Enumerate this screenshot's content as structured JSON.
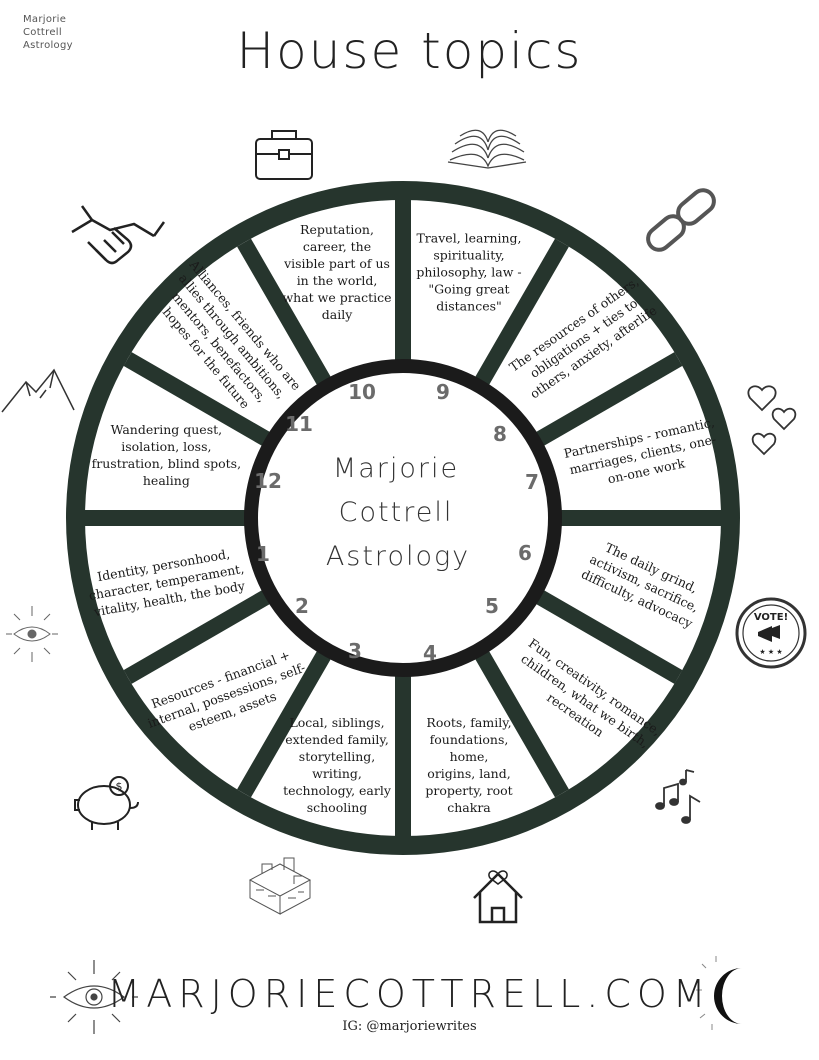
{
  "brand": {
    "corner_lines": [
      "Marjorie",
      "Cottrell",
      "Astrology"
    ],
    "center_lines": [
      "Marjorie",
      "Cottrell",
      "Astrology"
    ],
    "footer_url": "MARJORIECOTTRELL.COM",
    "instagram": "IG: @marjoriewrites"
  },
  "title": "House topics",
  "colors": {
    "ring": "#26352d",
    "inner_ring": "#1b1b1b",
    "number": "#6b6b6b"
  },
  "houses": [
    {
      "number": "1",
      "text": [
        "Identity, personhood,",
        "character, temperament,",
        "vitality, health, the body"
      ]
    },
    {
      "number": "2",
      "text": [
        "Resources - financial +",
        "internal, possessions, self-",
        "esteem, assets"
      ]
    },
    {
      "number": "3",
      "text": [
        "Local, siblings,",
        "extended family,",
        "storytelling,",
        "writing,",
        "technology, early",
        "schooling"
      ]
    },
    {
      "number": "4",
      "text": [
        "Roots, family,",
        "foundations,",
        "home,",
        "origins, land,",
        "property, root",
        "chakra"
      ]
    },
    {
      "number": "5",
      "text": [
        "Fun, creativity, romance,",
        "children, what we birth,",
        "recreation"
      ]
    },
    {
      "number": "6",
      "text": [
        "The daily grind,",
        "activism, sacrifice,",
        "difficulty, advocacy"
      ]
    },
    {
      "number": "7",
      "text": [
        "Partnerships - romantic,",
        "marriages, clients, one-",
        "on-one work"
      ]
    },
    {
      "number": "8",
      "text": [
        "The resources of others,",
        "obligations + ties to",
        "others, anxiety, afterlife"
      ]
    },
    {
      "number": "9",
      "text": [
        "Travel, learning,",
        "spirituality,",
        "philosophy, law -",
        "\"Going great",
        "distances\""
      ]
    },
    {
      "number": "10",
      "text": [
        "Reputation,",
        "career, the",
        "visible part of us",
        "in the world,",
        "what we practice",
        "daily"
      ]
    },
    {
      "number": "11",
      "text": [
        "Alliances, friends who are",
        "allies through ambitions,",
        "mentors, benefactors,",
        "hopes for the future"
      ]
    },
    {
      "number": "12",
      "text": [
        "Wandering quest,",
        "isolation, loss,",
        "frustration, blind spots,",
        "healing"
      ]
    }
  ],
  "icons": [
    {
      "name": "briefcase-icon"
    },
    {
      "name": "open-book-icon"
    },
    {
      "name": "chain-link-icon"
    },
    {
      "name": "hearts-icon"
    },
    {
      "name": "vote-badge-icon",
      "label": "VOTE!"
    },
    {
      "name": "music-notes-icon"
    },
    {
      "name": "house-icon"
    },
    {
      "name": "city-blocks-icon"
    },
    {
      "name": "piggy-bank-icon"
    },
    {
      "name": "sparkle-eye-icon"
    },
    {
      "name": "mountain-icon"
    },
    {
      "name": "handshake-icon"
    },
    {
      "name": "eye-sun-icon"
    },
    {
      "name": "crescent-moon-icon"
    }
  ]
}
